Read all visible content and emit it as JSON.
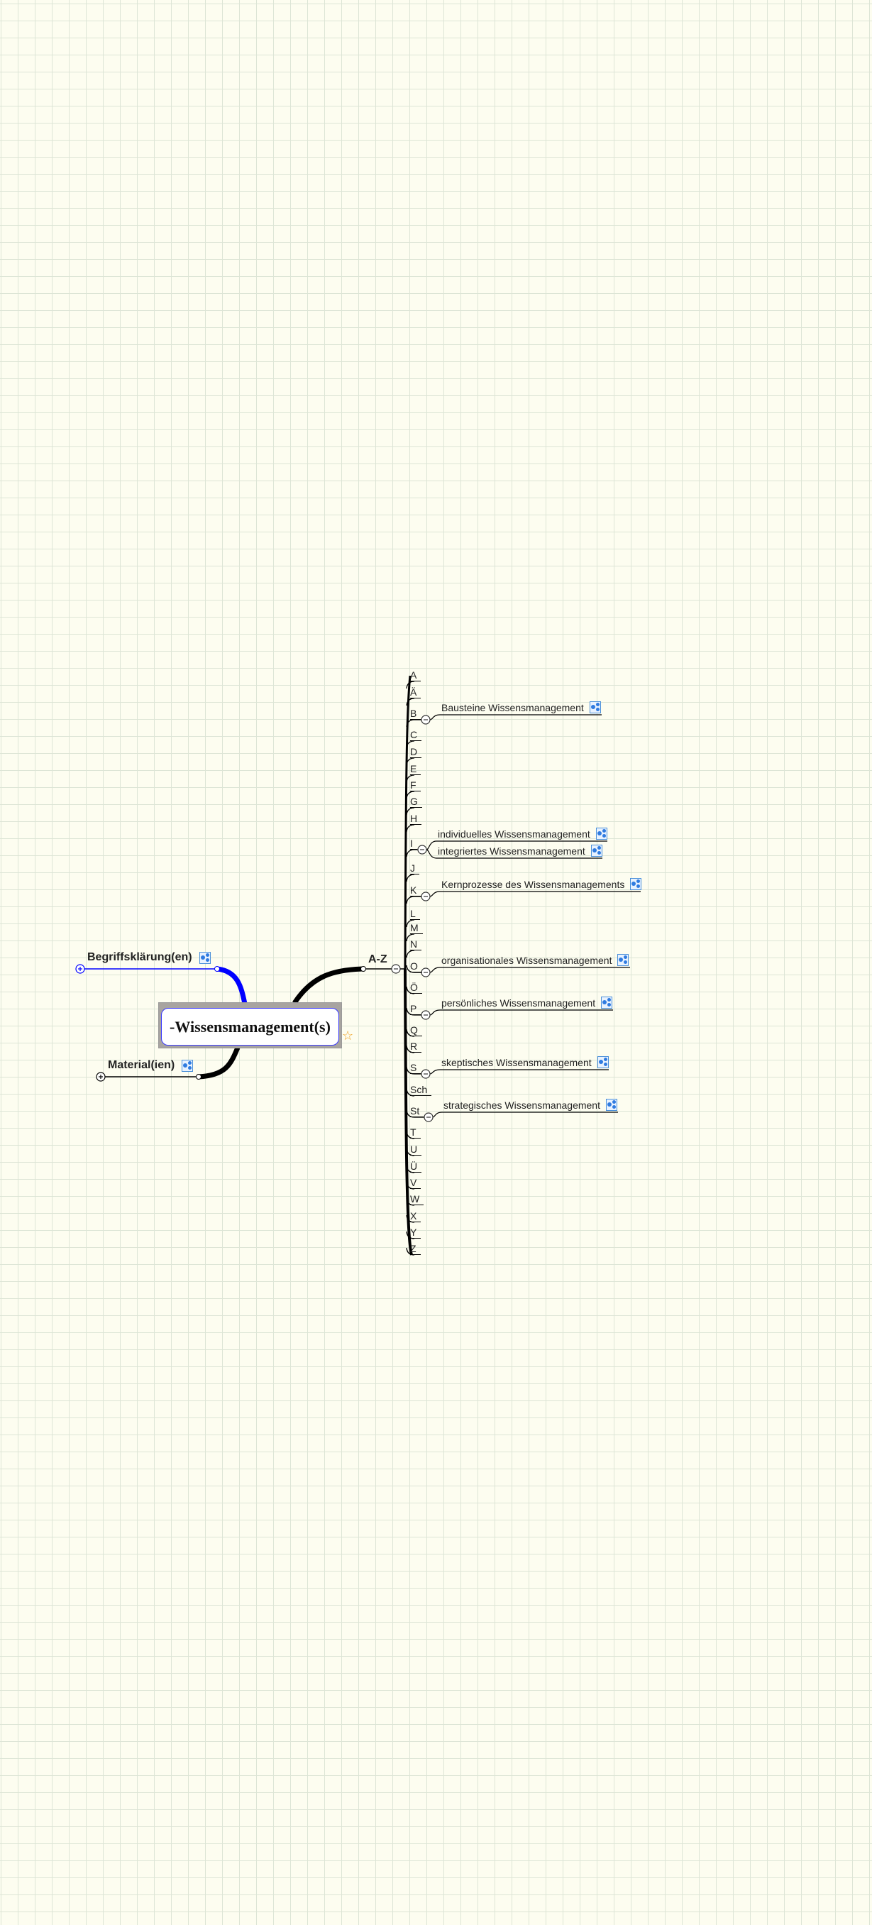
{
  "central_topic": "-Wissensmanagement(s)",
  "left_topics": [
    {
      "label": "Begriffsklärung(en)",
      "color": "#0000ff",
      "collapsed": true
    },
    {
      "label": "Material(ien)",
      "color": "#000000",
      "collapsed": true
    }
  ],
  "az_topic": {
    "label": "A-Z"
  },
  "letters": [
    {
      "label": "A"
    },
    {
      "label": "Ä"
    },
    {
      "label": "B",
      "children": [
        "Bausteine Wissensmanagement"
      ]
    },
    {
      "label": "C"
    },
    {
      "label": "D"
    },
    {
      "label": "E"
    },
    {
      "label": "F"
    },
    {
      "label": "G"
    },
    {
      "label": "H"
    },
    {
      "label": "I",
      "children": [
        "individuelles Wissensmanagement",
        "integriertes Wissensmanagement"
      ]
    },
    {
      "label": "J"
    },
    {
      "label": "K",
      "children": [
        "Kernprozesse des Wissensmanagements"
      ]
    },
    {
      "label": "L"
    },
    {
      "label": "M"
    },
    {
      "label": "N"
    },
    {
      "label": "O",
      "children": [
        "organisationales Wissensmanagement"
      ]
    },
    {
      "label": "Ö"
    },
    {
      "label": "P",
      "children": [
        "persönliches Wissensmanagement"
      ]
    },
    {
      "label": "Q"
    },
    {
      "label": "R"
    },
    {
      "label": "S",
      "children": [
        "skeptisches Wissensmanagement"
      ]
    },
    {
      "label": "Sch"
    },
    {
      "label": "St",
      "children": [
        "strategisches Wissensmanagement"
      ]
    },
    {
      "label": "T"
    },
    {
      "label": "U"
    },
    {
      "label": "Ü"
    },
    {
      "label": "V"
    },
    {
      "label": "W"
    },
    {
      "label": "X"
    },
    {
      "label": "Y"
    },
    {
      "label": "Z"
    }
  ]
}
